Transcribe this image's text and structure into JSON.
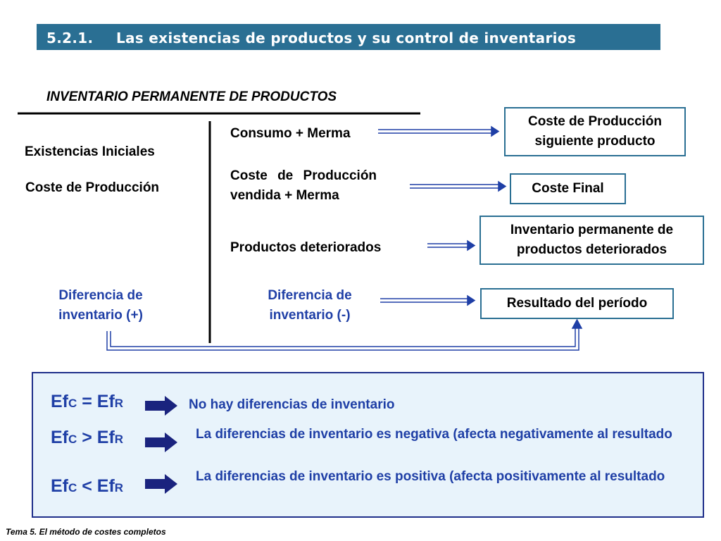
{
  "header": {
    "section_number": "5.2.1.",
    "section_title": "Las existencias de productos y su control de inventarios"
  },
  "diagram": {
    "heading": "INVENTARIO PERMANENTE DE PRODUCTOS",
    "left": {
      "item1": "Existencias Iniciales",
      "item2": "Coste de Producción",
      "diff": [
        "Diferencia de",
        "inventario (+)"
      ]
    },
    "right": {
      "item1": "Consumo + Merma",
      "item2": [
        "Coste de Producción",
        "vendida + Merma"
      ],
      "item3": "Productos deteriorados",
      "diff": [
        "Diferencia de",
        "inventario (-)"
      ]
    },
    "boxes": {
      "box1": [
        "Coste de Producción",
        "siguiente producto"
      ],
      "box2": "Coste Final",
      "box3": [
        "Inventario permanente de",
        "productos deteriorados"
      ],
      "box4": "Resultado del período"
    }
  },
  "comparisons": [
    {
      "lhs_main": "Ef",
      "lhs_sub": "C",
      "op": "=",
      "rhs_main": "Ef",
      "rhs_sub": "R",
      "result": "No hay diferencias de inventario"
    },
    {
      "lhs_main": "Ef",
      "lhs_sub": "C",
      "op": ">",
      "rhs_main": "Ef",
      "rhs_sub": "R",
      "result": "La diferencias de inventario es negativa (afecta negativamente al resultado"
    },
    {
      "lhs_main": "Ef",
      "lhs_sub": "C",
      "op": "<",
      "rhs_main": "Ef",
      "rhs_sub": "R",
      "result": "La diferencias de inventario es positiva (afecta positivamente al resultado"
    }
  ],
  "footer": "Tema 5. El método de costes completos",
  "colors": {
    "title_bar": "#2a6f93",
    "accent_blue": "#1f3fa6",
    "arrow_navy": "#1a237e",
    "panel_bg": "#e8f3fb"
  }
}
